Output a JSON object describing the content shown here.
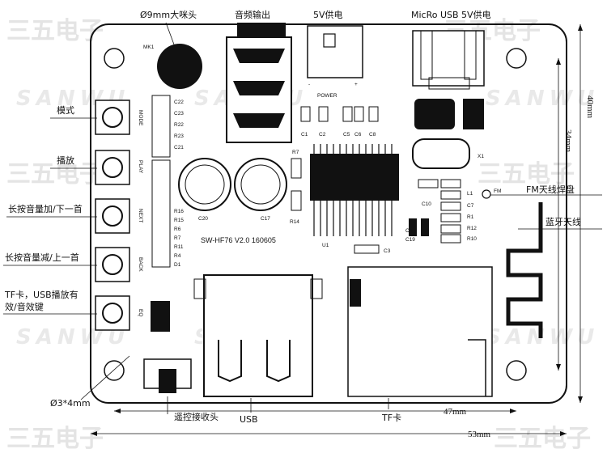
{
  "labels": {
    "speaker": "Ø9mm大咪头",
    "audio_out": "音频输出",
    "power_5v": "5V供电",
    "micro_usb": "MicRo USB 5V供电",
    "mode": "模式",
    "play": "播放",
    "next": "长按音量加/下一首",
    "back": "长按音量减/上一首",
    "tf_line1": "TF卡，USB播放有",
    "tf_line2": "效/音效键",
    "hole": "Ø3*4mm",
    "ir": "遥控接收头",
    "usb": "USB",
    "tf": "TF卡",
    "fm": "FM天线焊盘",
    "bt": "蓝牙天线"
  },
  "board": {
    "model": "SW-HF76 V2.0 160605",
    "mk1": "MK1",
    "power": "POWER",
    "minus": "-",
    "plus": "+",
    "button_tags": [
      "MODE",
      "PLAY",
      "NEXT",
      "BACK",
      "EQ"
    ],
    "left_parts_top": [
      "C22",
      "C23",
      "R22",
      "R23",
      "C21"
    ],
    "left_parts_bottom": [
      "R16",
      "R15",
      "R6",
      "R7",
      "R11",
      "R4",
      "D1"
    ],
    "caps": [
      "C1",
      "C2",
      "C5",
      "C6",
      "C8"
    ],
    "mid": {
      "r7": "R7",
      "r14": "R14",
      "c20": "C20",
      "c17": "C17",
      "u1": "U1",
      "c3": "C3",
      "x1": "X1",
      "fm_pad": "FM"
    },
    "right_parts": [
      "C10",
      "C4",
      "C19",
      "L1",
      "C7",
      "R1",
      "R12",
      "R10"
    ]
  },
  "dimensions": {
    "width_47": "47mm",
    "width_53": "53mm",
    "height_40": "40mm",
    "height_34": "34mm"
  },
  "watermark": {
    "brand": "SANWU",
    "cn": "三五电子"
  }
}
